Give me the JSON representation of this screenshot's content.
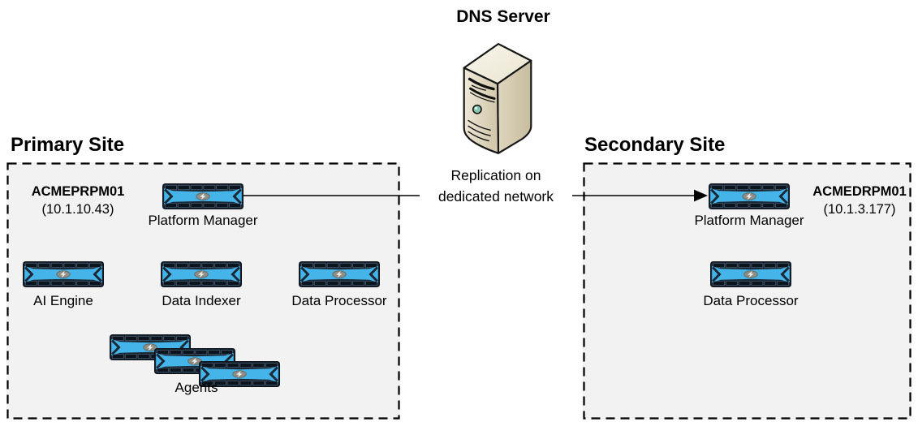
{
  "colors": {
    "appliance-blue": "#45B5E9",
    "appliance-dark": "#1B2836",
    "site-box-fill": "#F2F2F2",
    "server-beige": "#E8E2D0"
  },
  "dns": {
    "label": "DNS Server"
  },
  "replication": {
    "line1": "Replication on",
    "line2": "dedicated network"
  },
  "primary": {
    "title": "Primary Site",
    "host": {
      "name": "ACMEPRPM01",
      "ip": "(10.1.10.43)"
    },
    "nodes": {
      "platform_manager": "Platform Manager",
      "ai_engine": "AI Engine",
      "data_indexer": "Data Indexer",
      "data_processor": "Data Processor",
      "agents": "Agents"
    }
  },
  "secondary": {
    "title": "Secondary Site",
    "host": {
      "name": "ACMEDRPM01",
      "ip": "(10.1.3.177)"
    },
    "nodes": {
      "platform_manager": "Platform Manager",
      "data_processor": "Data Processor"
    }
  }
}
